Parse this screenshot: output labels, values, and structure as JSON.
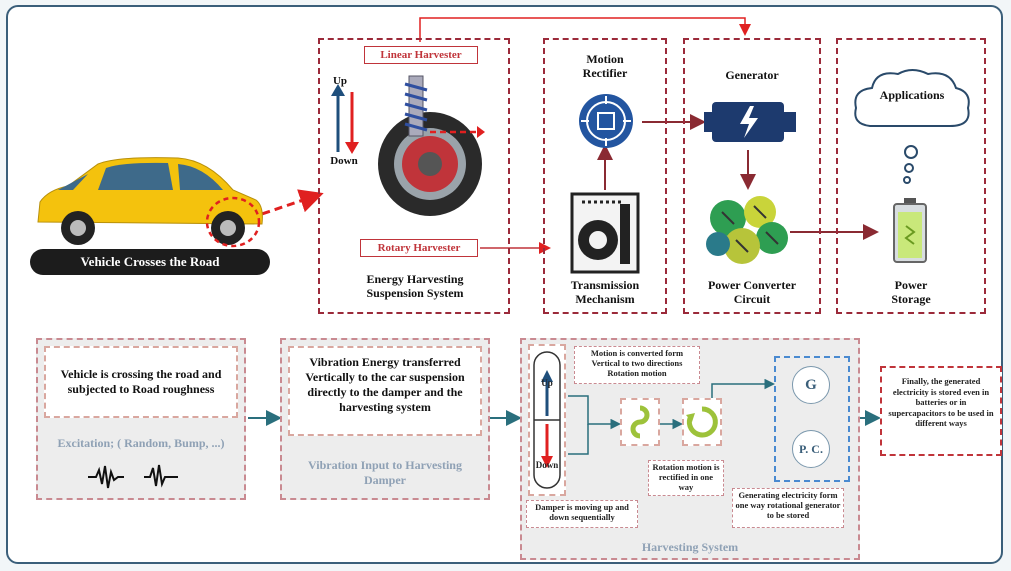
{
  "top": {
    "road_label": "Vehicle Crosses the Road",
    "up_label": "Up",
    "down_label": "Down",
    "linear_harvester": "Linear Harvester",
    "rotary_harvester": "Rotary Harvester",
    "suspension_label": "Energy Harvesting\nSuspension System",
    "motion_rectifier": "Motion\nRectifier",
    "transmission": "Transmission\nMechanism",
    "generator": "Generator",
    "power_converter": "Power Converter\nCircuit",
    "applications": "Applications",
    "power_storage": "Power\nStorage"
  },
  "bottom": {
    "excitation_text": "Vehicle is crossing the road and subjected to Road roughness",
    "excitation_label": "Excitation; ( Random, Bump, ...)",
    "vibration_text": "Vibration Energy transferred Vertically to the car suspension directly to the damper and the harvesting system",
    "vibration_label": "Vibration Input to Harvesting Damper",
    "damper_up": "Up",
    "damper_down": "Down",
    "note_motion": "Motion is converted form Vertical to two directions Rotation motion",
    "note_rotation": "Rotation motion is rectified in one way",
    "note_damper": "Damper is moving up and down sequentially",
    "note_generating": "Generating electricity form one way rotational generator to be stored",
    "gen_symbol": "G",
    "pc_symbol": "P. C.",
    "harvesting_label": "Harvesting System",
    "final_text": "Finally, the generated electricity is stored even in batteries or in supercapacitors to be used in different ways"
  },
  "colors": {
    "accent_red": "#c0343a",
    "dark_red": "#8a2a32",
    "teal": "#2a6f7d",
    "navy": "#1f4a8c"
  }
}
